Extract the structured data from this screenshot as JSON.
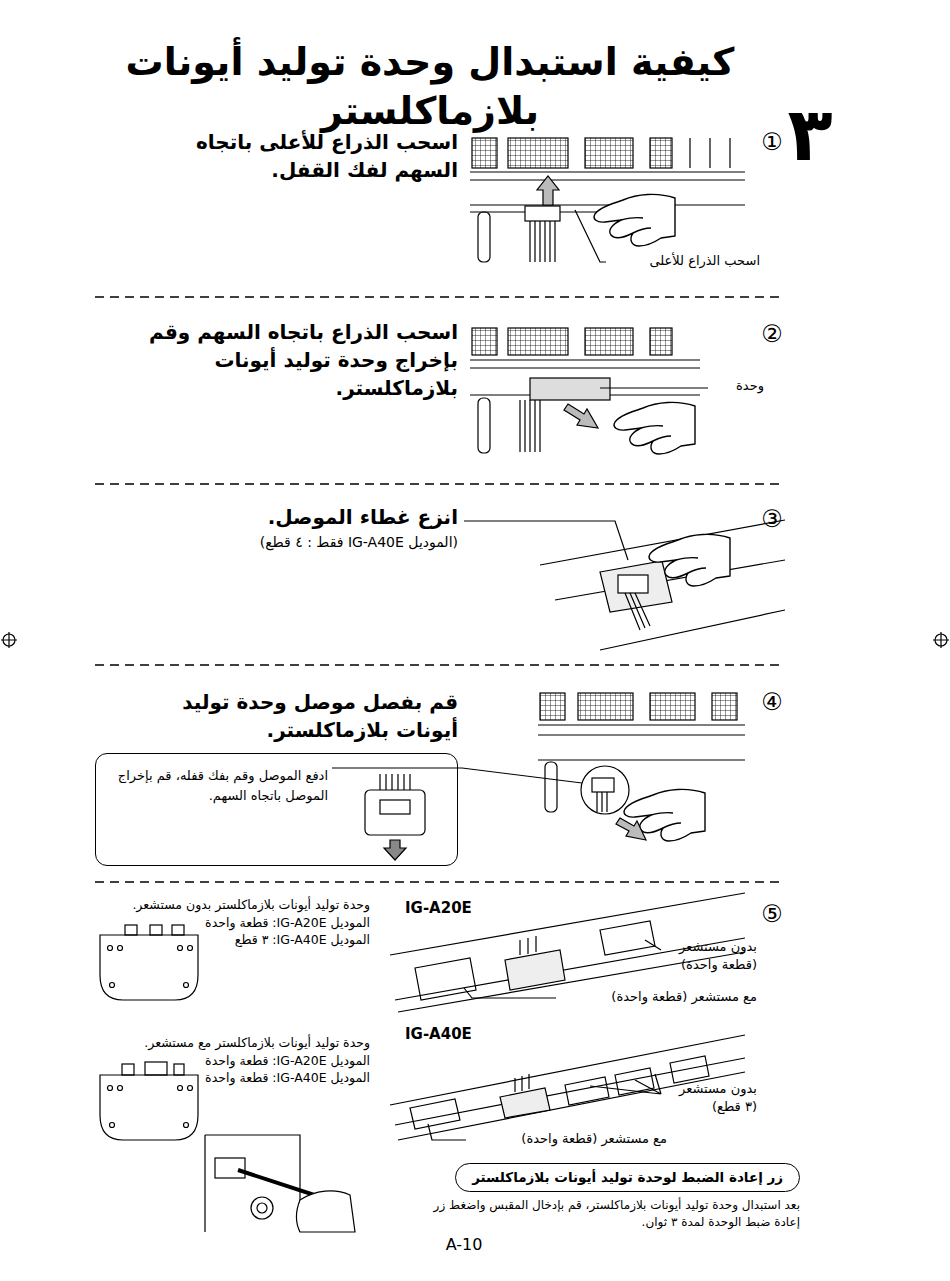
{
  "diagram": {
    "title": "كيفية استبدال وحدة توليد أيونات بلازماكلستر",
    "nodes": [
      {
        "text": [
          "ادفع الموصل وقم بفك قفله، قم بإخراج الموصل باتجاه السهم."
        ]
      },
      {
        "text": [
          "زر إعادة الضبط لوحدة توليد أيونات بلازماكلستر"
        ]
      }
    ],
    "labels": [
      "٣",
      "①",
      "اسحب الذراع للأعلى باتجاه السهم لفك القفل.",
      "اسحب الذراع للأعلى",
      "②",
      "اسحب الذراع باتجاه السهم وقم بإخراج وحدة توليد أيونات بلازماكلستر.",
      "وحدة",
      "③",
      "انزع غطاء الموصل.",
      "(الموديل IG-A40E فقط : ٤ قطع)",
      "④",
      "قم بفصل موصل وحدة توليد أيونات بلازماكلستر.",
      "⑤",
      "وحدة توليد أيونات بلازماكلستر بدون مستشعر.",
      "الموديل IG-A20E: قطعة واحدة",
      "الموديل IG-A40E: ٣ قطع",
      "IG-A20E",
      "بدون مستشعر (قطعة واحدة)",
      "مع مستشعر (قطعة واحدة)",
      "وحدة توليد أيونات بلازماكلستر مع مستشعر.",
      "الموديل IG-A20E: قطعة واحدة",
      "الموديل IG-A40E: قطعة واحدة",
      "IG-A40E",
      "بدون مستشعر (٣ قطع)",
      "مع مستشعر (قطعة واحدة)",
      "بعد استبدال وحدة توليد أيونات بلازماكلستر، قم بإدخال المقبس واضغط زر إعادة ضبط الوحدة لمدة ٣ ثوان.",
      "A-10"
    ]
  }
}
